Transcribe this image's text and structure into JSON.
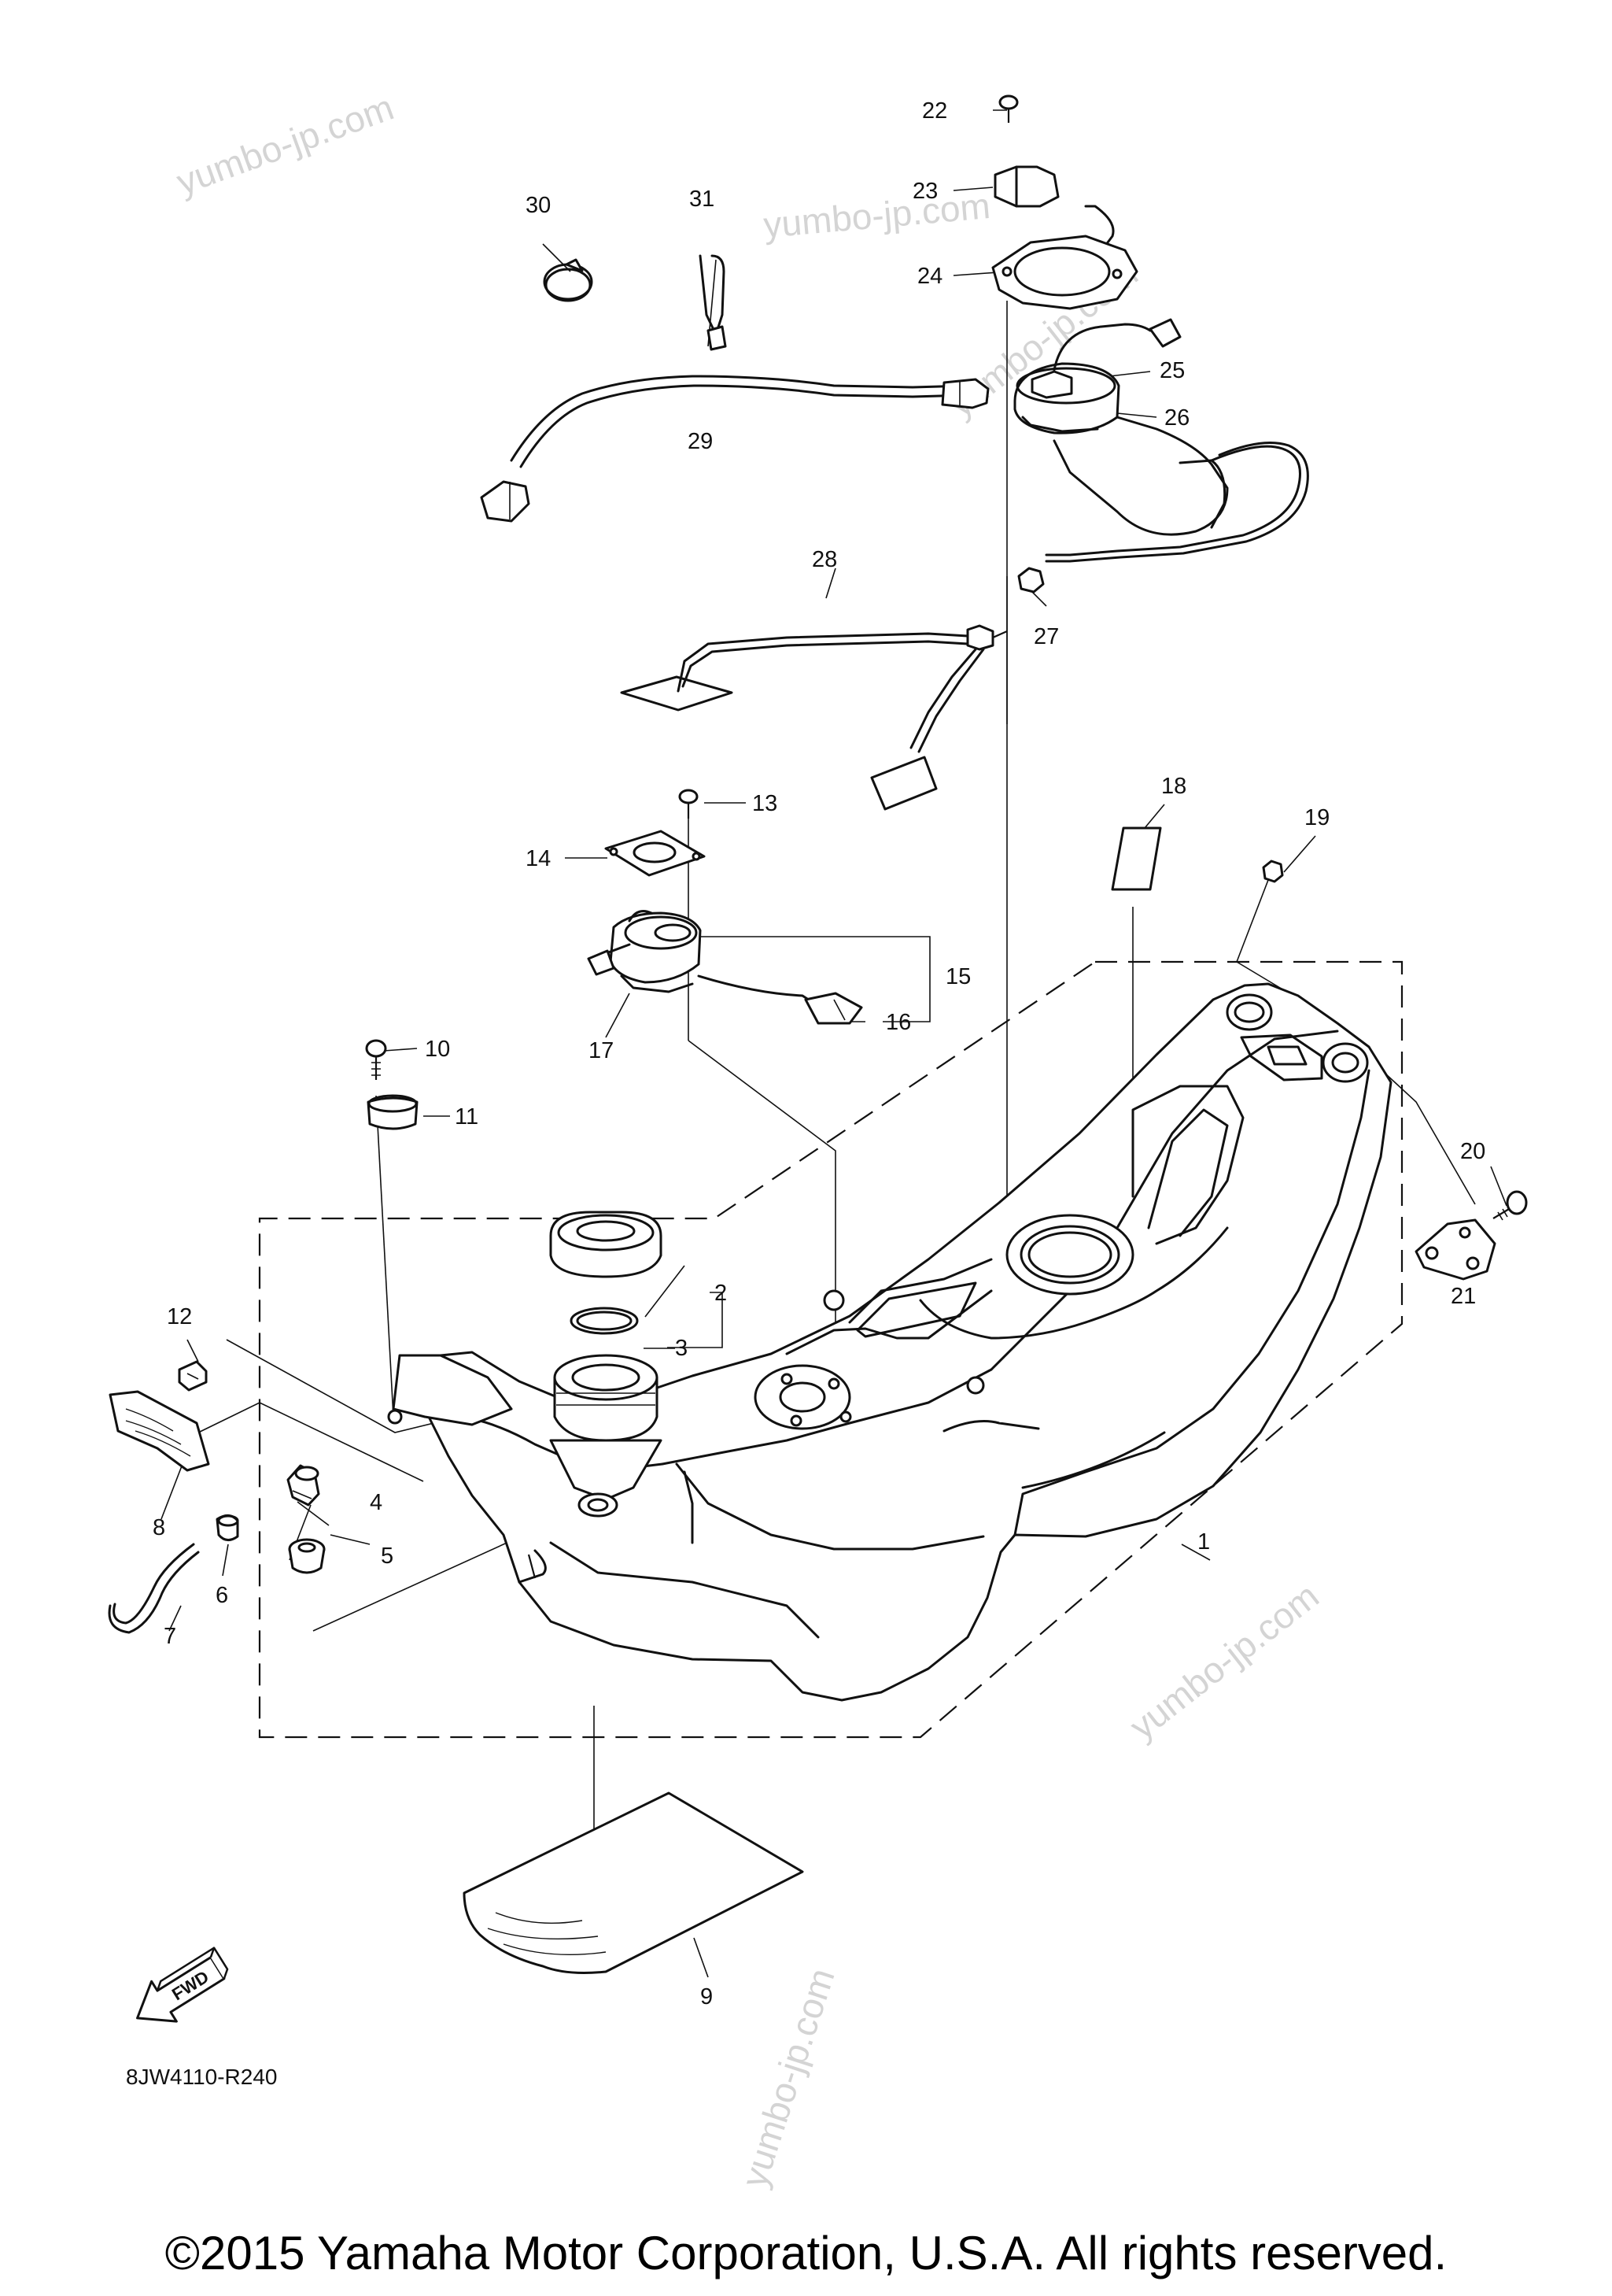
{
  "diagram": {
    "drawing_code": "8JW4110-R240",
    "fwd_label": "FWD",
    "watermark": "yumbo-jp.com",
    "copyright": "©2015 Yamaha Motor Corporation, U.S.A. All rights reserved.",
    "callouts": [
      "1",
      "2",
      "3",
      "4",
      "5",
      "6",
      "7",
      "8",
      "9",
      "10",
      "11",
      "12",
      "13",
      "14",
      "15",
      "16",
      "17",
      "18",
      "19",
      "20",
      "21",
      "22",
      "23",
      "24",
      "25",
      "26",
      "27",
      "28",
      "29",
      "30",
      "31"
    ]
  }
}
